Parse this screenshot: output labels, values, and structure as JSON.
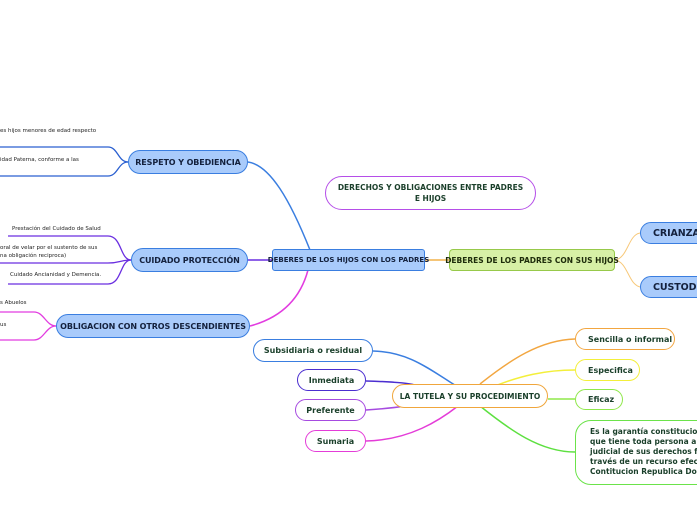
{
  "root": {
    "label": "DEBERES DE LOS HIJOS CON LOS PADRES"
  },
  "title_node": {
    "line1": "DERECHOS Y OBLIGACIONES ENTRE PADRES",
    "line2": "E HIJOS"
  },
  "left_branches": [
    {
      "label": "RESPETO Y OBEDIENCIA",
      "color": "#3a7ee0",
      "leaves": [
        "es hijos menores de edad respecto",
        "idad Paterna, conforme a las"
      ]
    },
    {
      "label": "CUIDADO PROTECCIÓN",
      "color": "#6a2ee0",
      "leaves": [
        "Prestación del Cuidado de Salud",
        "oral de velar por el sustento de sus",
        "na obligación reciproca)",
        "Cuidado Ancianidad y Demencia."
      ]
    },
    {
      "label": "OBLIGACION CON OTROS DESCENDIENTES",
      "color": "#e23ce0",
      "leaves": [
        "s Abuelos",
        "us"
      ]
    }
  ],
  "right_branch": {
    "label": "DEBERES DE LOS PADRES CON SUS HIJOS",
    "color": "#f2b24a",
    "children": [
      "CRIANZA",
      "CUSTODI"
    ]
  },
  "tutela": {
    "label": "LA TUTELA Y SU PROCEDIMIENTO",
    "left_children": [
      {
        "label": "Subsidiaria o residual",
        "color": "#3a7ee0"
      },
      {
        "label": "Inmediata",
        "color": "#4b2ed0"
      },
      {
        "label": "Preferente",
        "color": "#a64be0"
      },
      {
        "label": "Sumaria",
        "color": "#e43cd8"
      }
    ],
    "right_children": [
      {
        "label": "Sencilla o informal",
        "color": "#f2a640"
      },
      {
        "label": "Especifica",
        "color": "#f3ef3a"
      },
      {
        "label": "Eficaz",
        "color": "#8fe84a"
      }
    ],
    "long_child": {
      "color": "#5de040",
      "lines": [
        "Es la garantía constitucionа",
        "que tiene toda persona a la",
        "judicial de sus derechos fun",
        "través de un recurso efectiv",
        "Contitucion Republica Dom"
      ]
    }
  }
}
